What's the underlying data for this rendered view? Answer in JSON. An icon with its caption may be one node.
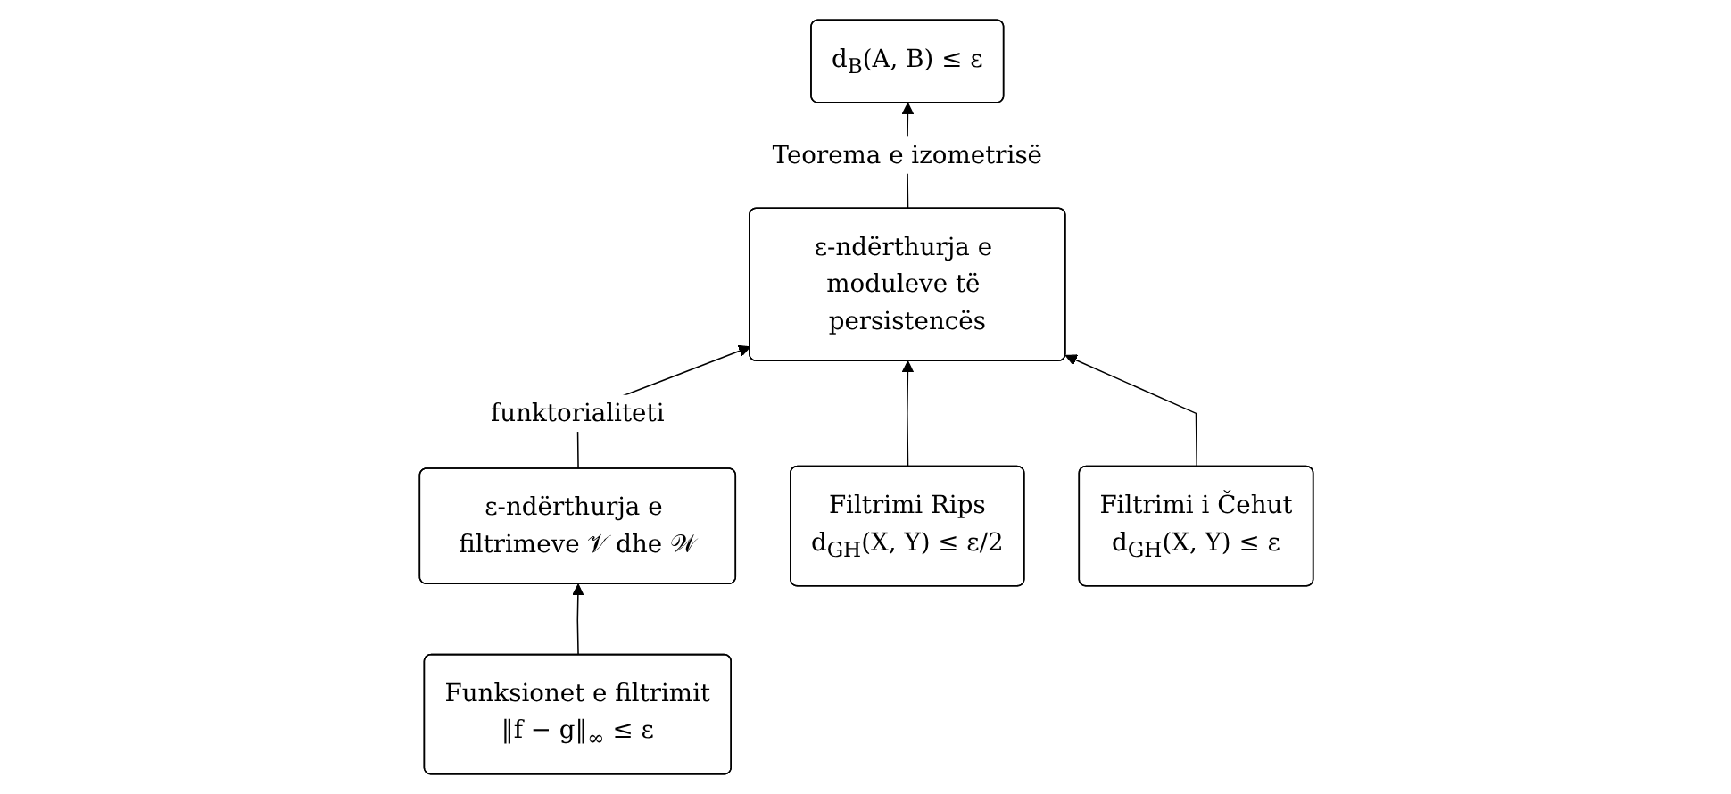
{
  "diagram": {
    "nodes": [
      {
        "text": [
          "ε-ndërthurja e filtrimeve 𝒱 dhe 𝒲"
        ]
      },
      {
        "text": [
          "d$_{B}$(A, B) ≤ ε"
        ]
      },
      {
        "text": [
          "Funksionet e filtrimit",
          "‖f − g‖$_{∞}$ ≤ ε"
        ]
      },
      {
        "text": [
          "ε-ndërthurja e moduleve të persistencës"
        ]
      },
      {
        "text": [
          "Filtrimi Rips",
          "d$_{GH}$(X, Y) ≤ ε/2"
        ]
      },
      {
        "text": [
          "Filtrimi i Čehut",
          "d$_{GH}$(X, Y) ≤ ε"
        ]
      }
    ],
    "edges": [
      {
        "from": 2,
        "to": 0,
        "arrow": "to"
      },
      {
        "from": 0,
        "to": 3,
        "arrow": "to",
        "label": "funktorialiteti"
      },
      {
        "from": 3,
        "to": 1,
        "arrow": "to",
        "label": "Teorema e izometrisë"
      },
      {
        "from": 4,
        "to": 3,
        "arrow": "to"
      },
      {
        "from": 5,
        "to": 3,
        "arrow": "to"
      }
    ]
  }
}
